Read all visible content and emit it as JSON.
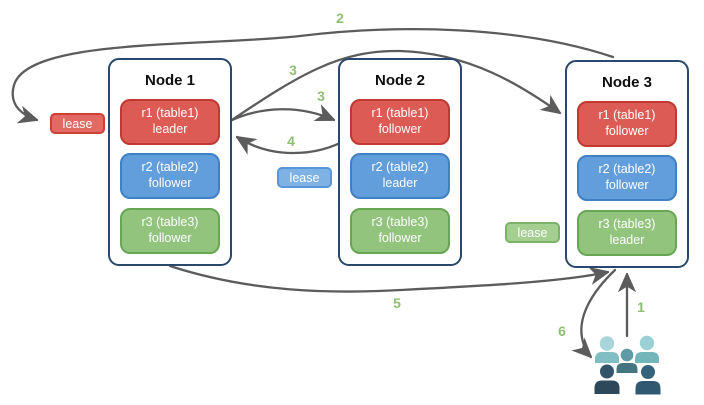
{
  "nodes": [
    {
      "title": "Node 1",
      "replicas": [
        {
          "name": "r1 (table1)",
          "role": "leader",
          "color": "red"
        },
        {
          "name": "r2 (table2)",
          "role": "follower",
          "color": "blue"
        },
        {
          "name": "r3 (table3)",
          "role": "follower",
          "color": "green"
        }
      ]
    },
    {
      "title": "Node 2",
      "replicas": [
        {
          "name": "r1 (table1)",
          "role": "follower",
          "color": "red"
        },
        {
          "name": "r2 (table2)",
          "role": "leader",
          "color": "blue"
        },
        {
          "name": "r3 (table3)",
          "role": "follower",
          "color": "green"
        }
      ]
    },
    {
      "title": "Node 3",
      "replicas": [
        {
          "name": "r1 (table1)",
          "role": "follower",
          "color": "red"
        },
        {
          "name": "r2 (table2)",
          "role": "follower",
          "color": "blue"
        },
        {
          "name": "r3 (table3)",
          "role": "leader",
          "color": "green"
        }
      ]
    }
  ],
  "leases": [
    {
      "label": "lease",
      "color": "red"
    },
    {
      "label": "lease",
      "color": "blue"
    },
    {
      "label": "lease",
      "color": "green"
    }
  ],
  "annotations": [
    "2",
    "3",
    "3",
    "4",
    "5",
    "1",
    "6"
  ],
  "icons": {
    "users": "users-icon"
  },
  "colors": {
    "node_border": "#29486B",
    "replica_red_fill": "#DC5B55",
    "replica_red_border": "#C03A33",
    "replica_blue_fill": "#619EDB",
    "replica_blue_border": "#4080C4",
    "replica_green_fill": "#92C47E",
    "replica_green_border": "#68A656",
    "lease_red_fill": "#E26A63",
    "lease_blue_fill": "#7EB2E4",
    "lease_green_fill": "#A4CF91",
    "arrow": "#5C5C5C",
    "step_label": "#8FBF72",
    "users_light_teal": "#A7D5D9",
    "users_teal": "#73B6BA",
    "users_mid_teal": "#5E99A5",
    "users_dark_navy": "#2C485A",
    "users_dark_slate": "#305870"
  }
}
